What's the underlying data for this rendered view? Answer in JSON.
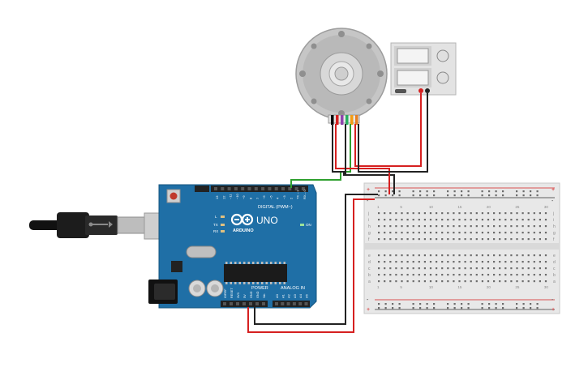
{
  "canvas": {
    "background": "#ffffff"
  },
  "arduino": {
    "brand": "ARDUINO",
    "model": "UNO",
    "digital_header_label": "DIGITAL (PWM~)",
    "power_label": "POWER",
    "analog_label": "ANALOG IN",
    "on_label": "ON",
    "tx_label": "TX",
    "rx_label": "RX",
    "l_label": "L",
    "aref_label": "AREF",
    "gnd_label": "GND",
    "ioref_label": "IOREF",
    "reset_label": "RESET",
    "v33_label": "3V3",
    "v5_label": "5V",
    "vin_label": "Vin",
    "digital_pins": [
      "13",
      "12",
      "~11",
      "~10",
      "~9",
      "8",
      "7",
      "~6",
      "~5",
      "4",
      "~3",
      "2",
      "TX→1",
      "RX←0"
    ],
    "analog_pins": [
      "A0",
      "A1",
      "A2",
      "A3",
      "A4",
      "A5"
    ],
    "colors": {
      "board": "#1f6fa6",
      "board_edge": "#16557f",
      "header": "#222222",
      "chip": "#1b1b1b"
    }
  },
  "breadboard": {
    "row_letters_top": [
      "j",
      "i",
      "h",
      "g",
      "f"
    ],
    "row_letters_bottom": [
      "e",
      "d",
      "c",
      "b",
      "a"
    ],
    "column_numbers": [
      "1",
      "5",
      "10",
      "15",
      "20",
      "25",
      "30"
    ],
    "rail_plus": "+",
    "rail_minus": "-",
    "colors": {
      "body": "#e8e8e8",
      "hole": "#6b6b6b",
      "rail_red": "#d62020",
      "rail_black": "#333333"
    }
  },
  "power_supply": {
    "display_top": "",
    "display_bottom": "",
    "colors": {
      "body": "#e3e3e3",
      "display": "#f4f4f4"
    }
  },
  "encoder_motor": {
    "wire_colors": [
      "#000000",
      "#d62020",
      "#8e44ad",
      "#27ae60",
      "#f39c12",
      "#e67e22"
    ]
  },
  "wires": {
    "colors": {
      "green": "#2fa02f",
      "red": "#d62020",
      "black": "#222222"
    }
  }
}
